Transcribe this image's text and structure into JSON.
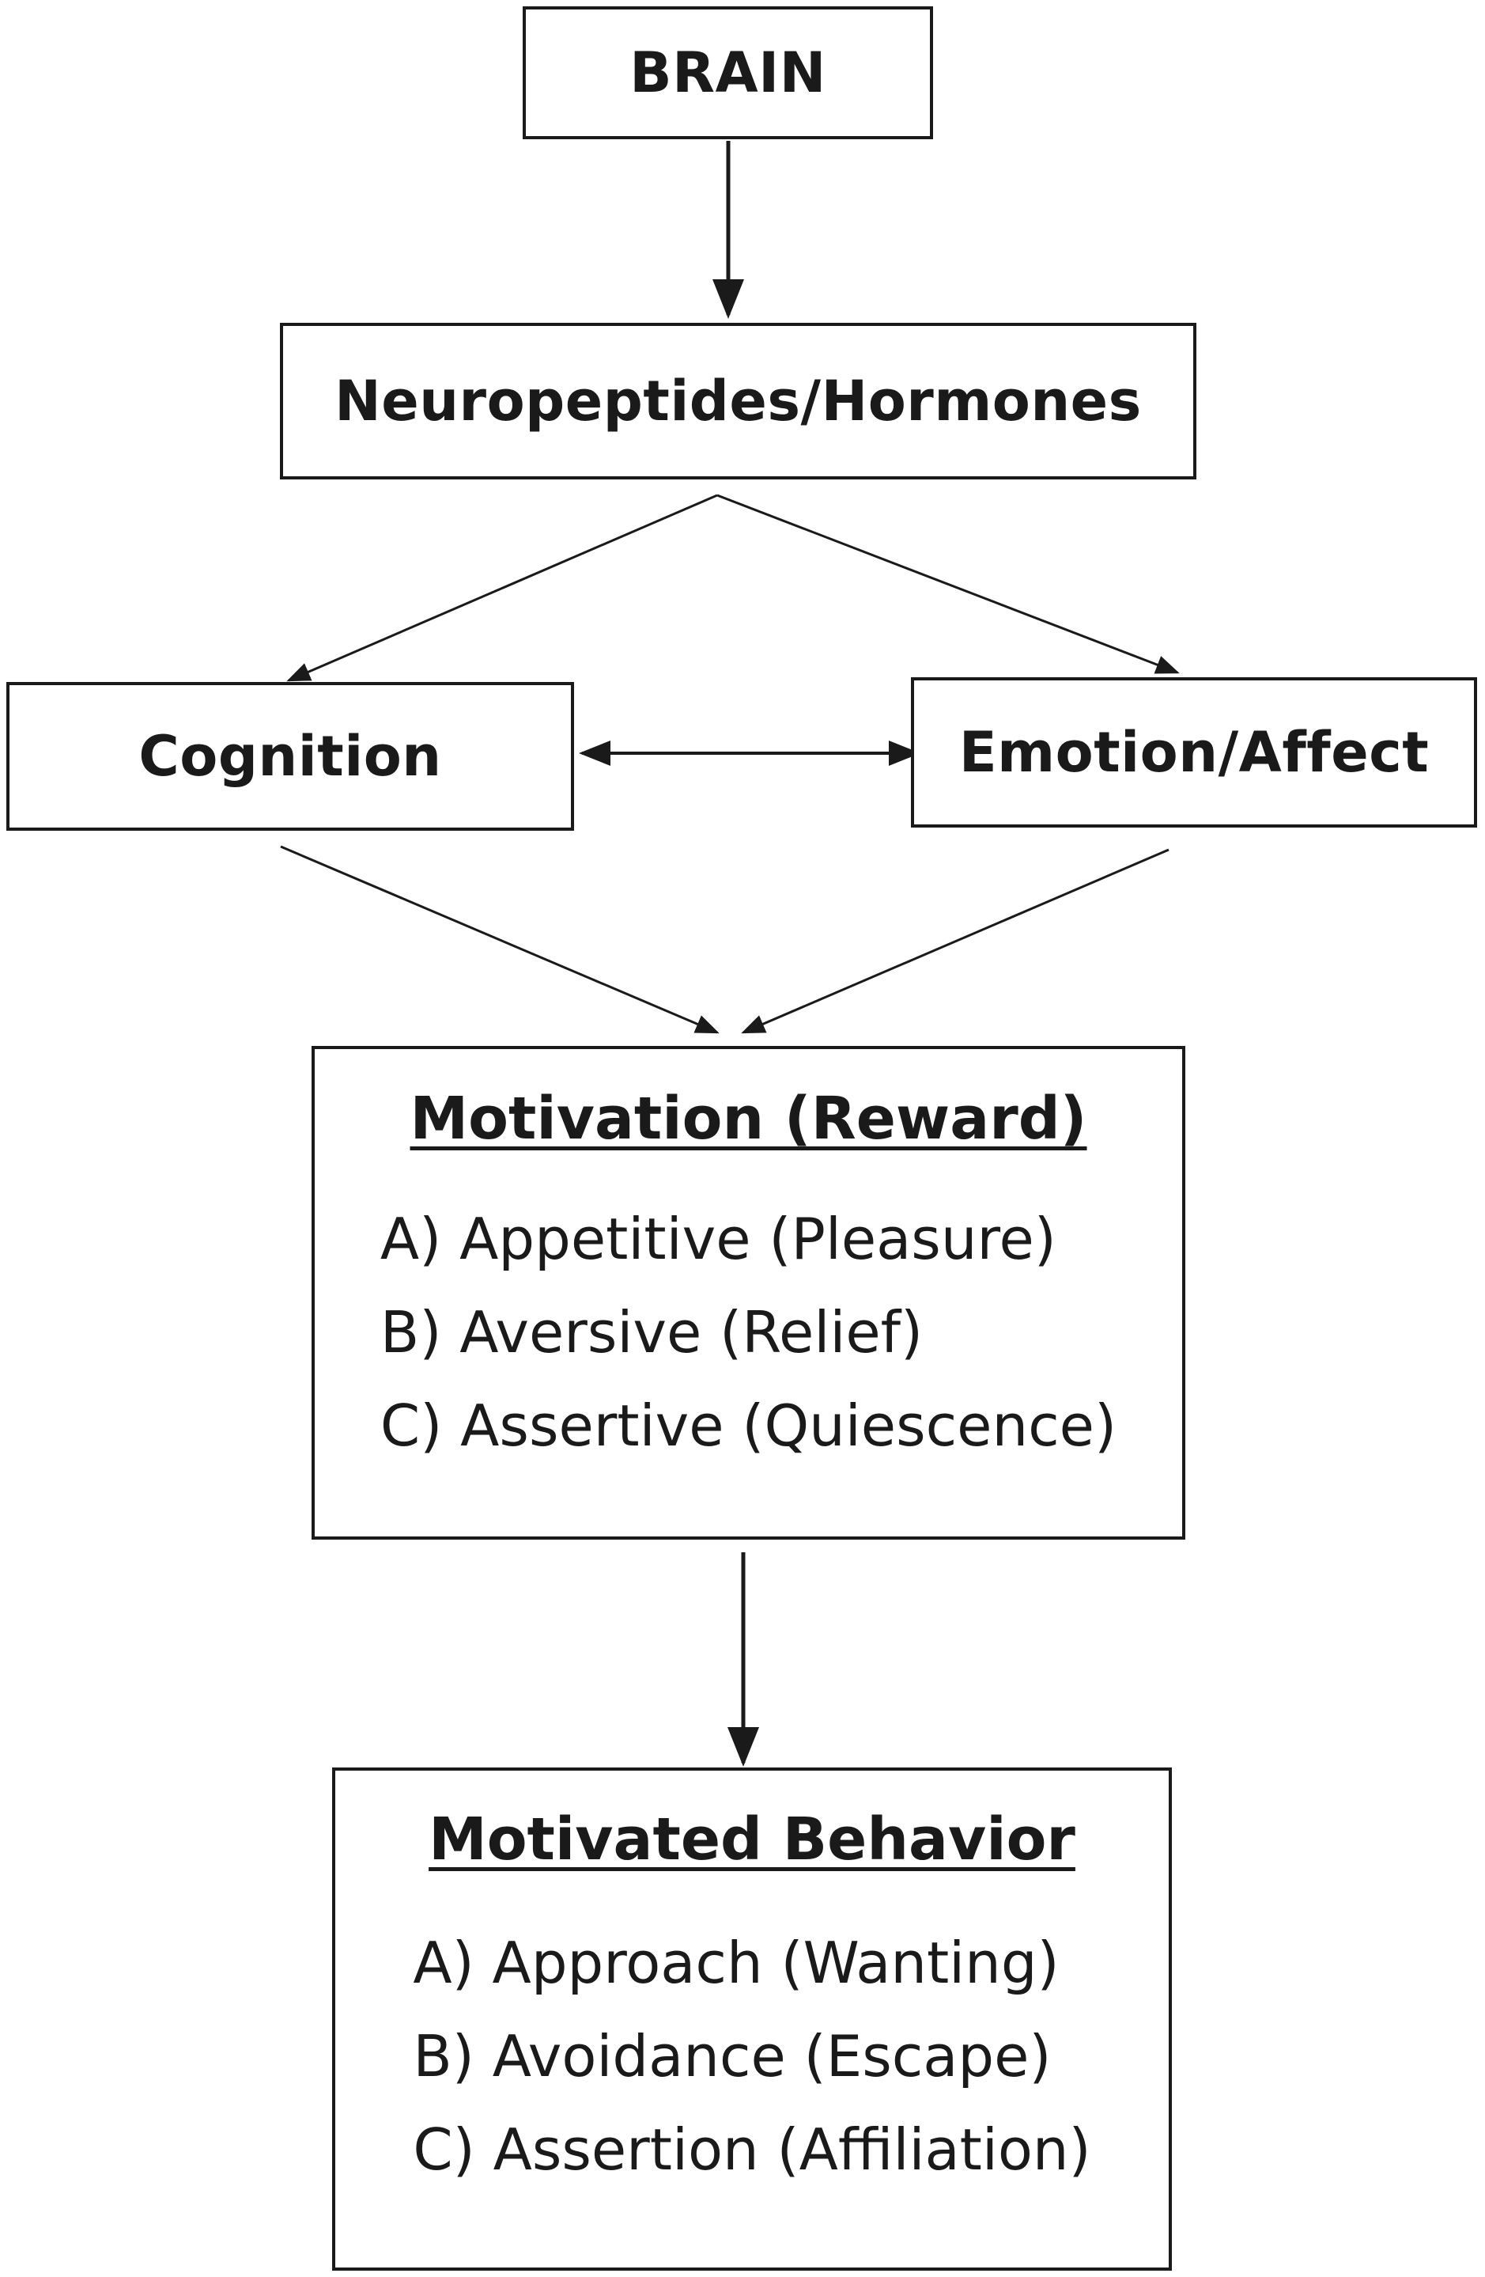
{
  "nodes": {
    "brain": {
      "label": "BRAIN"
    },
    "neuropeptides": {
      "label": "Neuropeptides/Hormones"
    },
    "cognition": {
      "label": "Cognition"
    },
    "emotion": {
      "label": "Emotion/Affect"
    },
    "motivation": {
      "heading": "Motivation (Reward)",
      "items": [
        "A) Appetitive (Pleasure)",
        "B) Aversive (Relief)",
        "C) Assertive (Quiescence)"
      ]
    },
    "behavior": {
      "heading": "Motivated Behavior",
      "items": [
        "A) Approach (Wanting)",
        "B) Avoidance (Escape)",
        "C) Assertion (Affiliation)"
      ]
    }
  },
  "edges": [
    {
      "from": "brain",
      "to": "neuropeptides"
    },
    {
      "from": "neuropeptides",
      "to": "cognition"
    },
    {
      "from": "neuropeptides",
      "to": "emotion"
    },
    {
      "from": "cognition",
      "to": "emotion",
      "bidirectional": true
    },
    {
      "from": "cognition",
      "to": "motivation"
    },
    {
      "from": "emotion",
      "to": "motivation"
    },
    {
      "from": "motivation",
      "to": "behavior"
    }
  ],
  "colors": {
    "stroke": "#1a1a1a",
    "background": "#ffffff"
  }
}
